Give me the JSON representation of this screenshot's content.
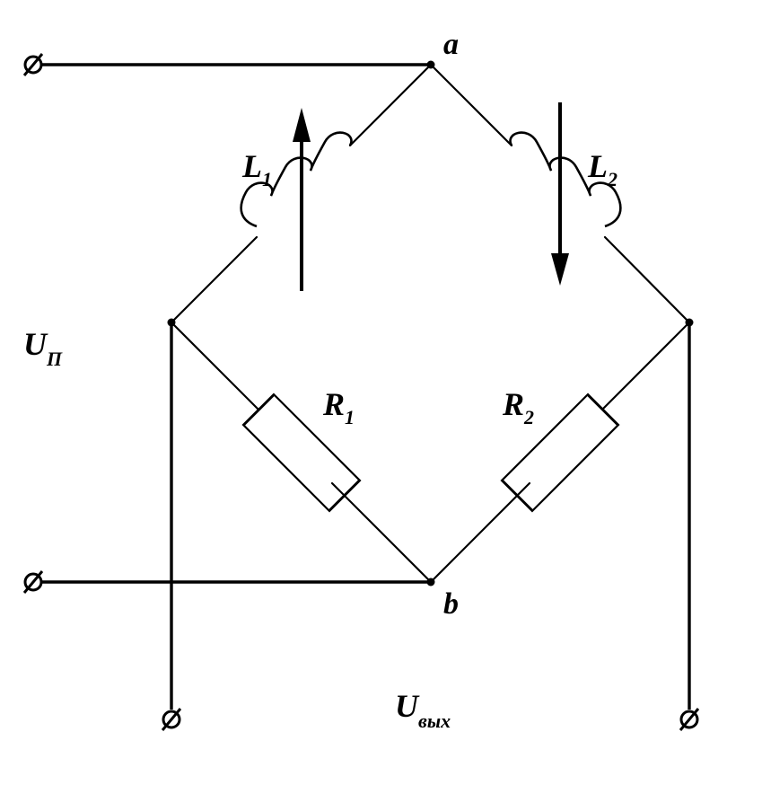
{
  "nodes": {
    "a": "a",
    "b": "b"
  },
  "inductors": [
    {
      "main": "L",
      "sub": "1"
    },
    {
      "main": "L",
      "sub": "2"
    }
  ],
  "resistors": [
    {
      "main": "R",
      "sub": "1"
    },
    {
      "main": "R",
      "sub": "2"
    }
  ],
  "supply_voltage": {
    "main": "U",
    "sub": "П"
  },
  "output_voltage": {
    "main": "U",
    "sub": "вых"
  },
  "colors": {
    "line": "#000000",
    "background": "#ffffff"
  }
}
